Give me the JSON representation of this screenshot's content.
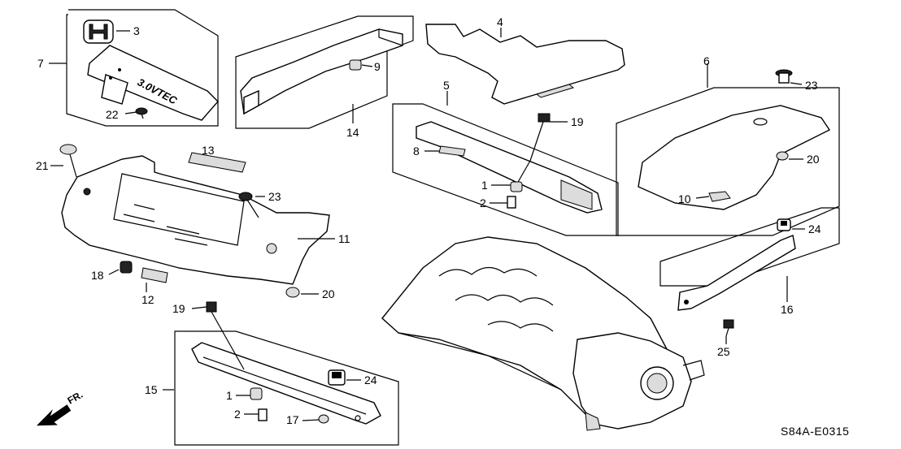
{
  "callouts": {
    "c1a": "1",
    "c1b": "1",
    "c2a": "2",
    "c2b": "2",
    "c3": "3",
    "c4": "4",
    "c5": "5",
    "c6": "6",
    "c7": "7",
    "c8": "8",
    "c9": "9",
    "c10": "10",
    "c11": "11",
    "c12": "12",
    "c13": "13",
    "c14": "14",
    "c15": "15",
    "c16": "16",
    "c17": "17",
    "c18": "18",
    "c19a": "19",
    "c19b": "19",
    "c20a": "20",
    "c20b": "20",
    "c21": "21",
    "c22": "22",
    "c23a": "23",
    "c23b": "23",
    "c24a": "24",
    "c24b": "24",
    "c25": "25"
  },
  "emblem_text": "3.0VTEC",
  "direction_label": "FR.",
  "diagram_code": "S84A-E0315"
}
